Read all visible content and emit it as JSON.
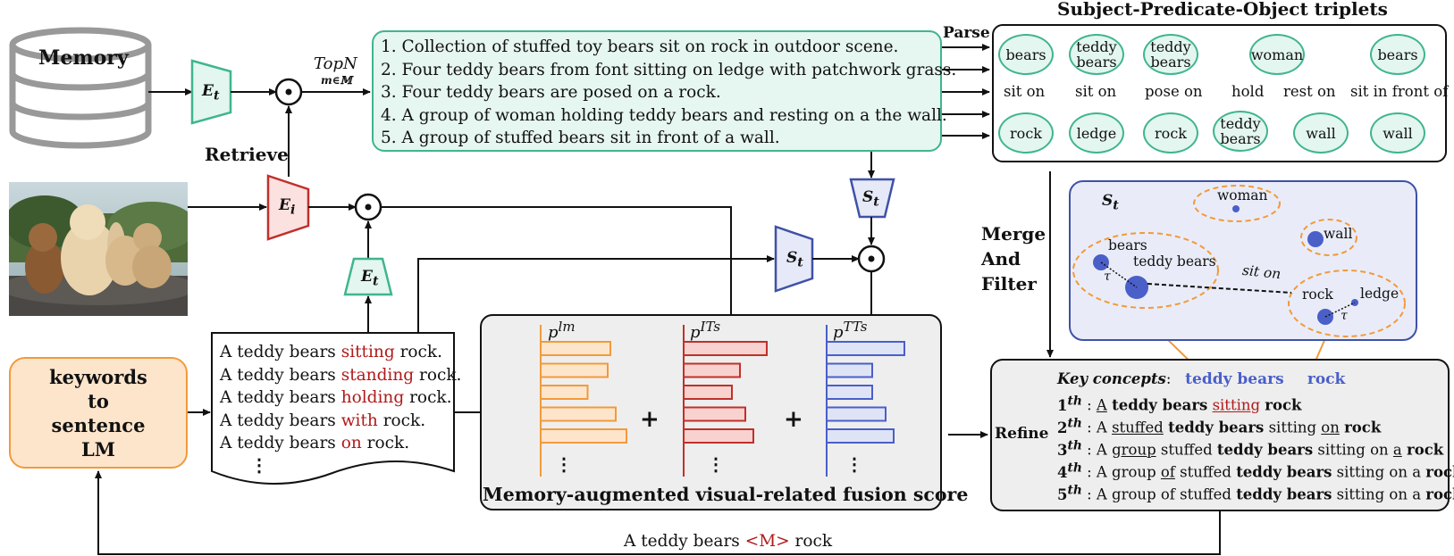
{
  "memory": {
    "label": "Memory"
  },
  "encoders": {
    "et_top": "E",
    "et_top_sub": "t",
    "ei": "E",
    "ei_sub": "i",
    "et_mid": "E",
    "et_mid_sub": "t",
    "st_top": "S",
    "st_top_sub": "t",
    "st_mid": "S",
    "st_mid_sub": "t"
  },
  "labels": {
    "retrieve": "Retrieve",
    "topn": "TopN",
    "topn_sub": "m∈𝕄",
    "parse": "Parse",
    "merge": [
      "Merge",
      "And",
      "Filter"
    ],
    "refine": "Refine",
    "fusion_title": "Memory-augmented visual-related fusion score",
    "triplets_title": "Subject-Predicate-Object triplets",
    "plus": "+"
  },
  "captions": [
    "1. Collection of stuffed toy bears sit on rock in outdoor scene.",
    "2. Four teddy bears from font sitting on ledge with patchwork grass.",
    "3. Four teddy bears are posed on a rock.",
    "4. A group of woman holding teddy bears and resting on a the wall.",
    "5. A group of stuffed bears sit in front of a wall."
  ],
  "triplets": {
    "subjects": [
      "bears",
      "teddy bears",
      "teddy bears",
      "woman",
      "bears"
    ],
    "predicates": [
      "sit on",
      "sit on",
      "pose on",
      "hold",
      "rest on",
      "sit in front of"
    ],
    "objects": [
      "rock",
      "ledge",
      "rock",
      "teddy bears",
      "wall",
      "wall"
    ]
  },
  "scene_graph": {
    "label": "S",
    "label_sub": "t",
    "nodes": [
      "woman",
      "wall",
      "bears",
      "teddy bears",
      "rock",
      "ledge"
    ],
    "edge": "sit on",
    "tau": "τ"
  },
  "keywords_lm": [
    "keywords",
    "to",
    "sentence",
    "LM"
  ],
  "sentences": {
    "prefix": "A teddy bears",
    "suffix": "rock.",
    "verbs": [
      "sitting",
      "standing",
      "holding",
      "with",
      "on"
    ],
    "more": "⋮"
  },
  "scores": {
    "lm": {
      "label": "p",
      "sup": "lm",
      "values": [
        0.52,
        0.5,
        0.35,
        0.56,
        0.64
      ]
    },
    "its": {
      "label": "p",
      "sup": "ITs",
      "values": [
        0.62,
        0.42,
        0.36,
        0.46,
        0.52
      ]
    },
    "tts": {
      "label": "p",
      "sup": "TTs",
      "values": [
        0.58,
        0.34,
        0.34,
        0.44,
        0.5
      ]
    },
    "colors": {
      "lm": "#f29a3b",
      "its": "#c0302b",
      "tts": "#4a5fc8"
    }
  },
  "refine": {
    "key_concepts_label": "Key concepts",
    "concepts": [
      "teddy bears",
      "rock"
    ],
    "rows": [
      {
        "n": "1",
        "sup": "th"
      },
      {
        "n": "2",
        "sup": "th"
      },
      {
        "n": "3",
        "sup": "th"
      },
      {
        "n": "4",
        "sup": "th"
      },
      {
        "n": "5",
        "sup": "th"
      }
    ]
  },
  "feedback": {
    "prefix": "A teddy bears",
    "mask": "<M>",
    "suffix": "rock"
  }
}
